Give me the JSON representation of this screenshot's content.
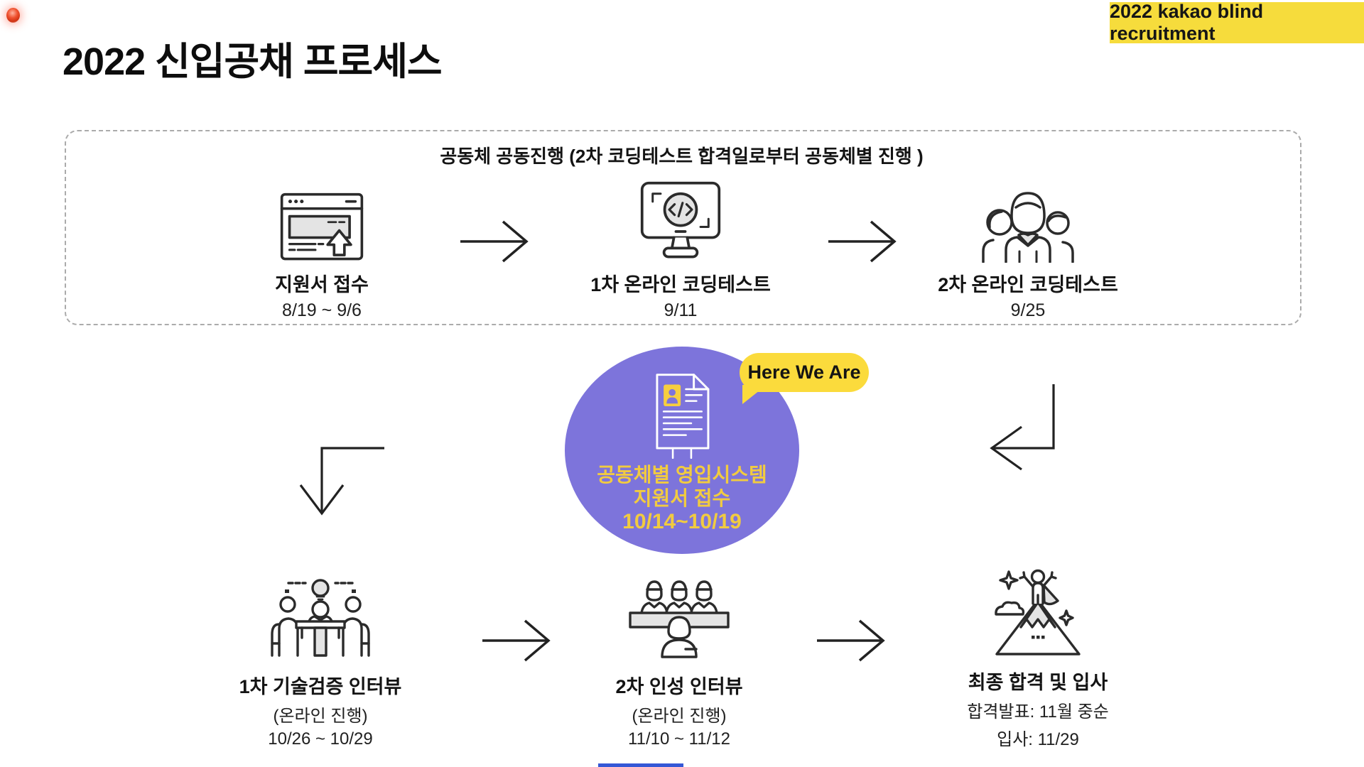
{
  "window": {
    "badge": "2022 kakao blind recruitment",
    "title": "2022 신입공채 프로세스"
  },
  "joint_box": {
    "caption": "공동체 공동진행 (2차 코딩테스트 합격일로부터 공동체별 진행 )",
    "steps": [
      {
        "icon": "browser-upload-icon",
        "title": "지원서 접수",
        "date": "8/19 ~ 9/6"
      },
      {
        "icon": "monitor-code-icon",
        "title": "1차 온라인 코딩테스트",
        "date": "9/11"
      },
      {
        "icon": "people-trio-icon",
        "title": "2차 온라인 코딩테스트",
        "date": "9/25"
      }
    ]
  },
  "current_stage": {
    "bubble_label": "Here We Are",
    "icon": "application-document-icon",
    "line1": "공동체별 영입시스템",
    "line2": "지원서 접수",
    "line3": "10/14~10/19"
  },
  "final_steps": [
    {
      "icon": "meeting-discussion-icon",
      "title": "1차 기술검증 인터뷰",
      "line2": "(온라인 진행)",
      "line3": "10/26 ~ 10/29"
    },
    {
      "icon": "panel-interview-icon",
      "title": "2차 인성 인터뷰",
      "line2": "(온라인 진행)",
      "line3": "11/10 ~ 11/12"
    },
    {
      "icon": "summit-success-icon",
      "title": "최종 합격 및 입사",
      "line2": "합격발표: 11월 중순",
      "line3": "입사: 11/29"
    }
  ],
  "colors": {
    "kakao_yellow": "#F6DC3C",
    "bubble_yellow": "#FBDB3C",
    "stage_purple": "#7D74DB",
    "stage_text_yellow": "#F1CB40",
    "id_photo_yellow": "#F6CE3F",
    "icon_stroke": "#2b2b2b",
    "icon_fill_gray": "#e4e4e4"
  }
}
